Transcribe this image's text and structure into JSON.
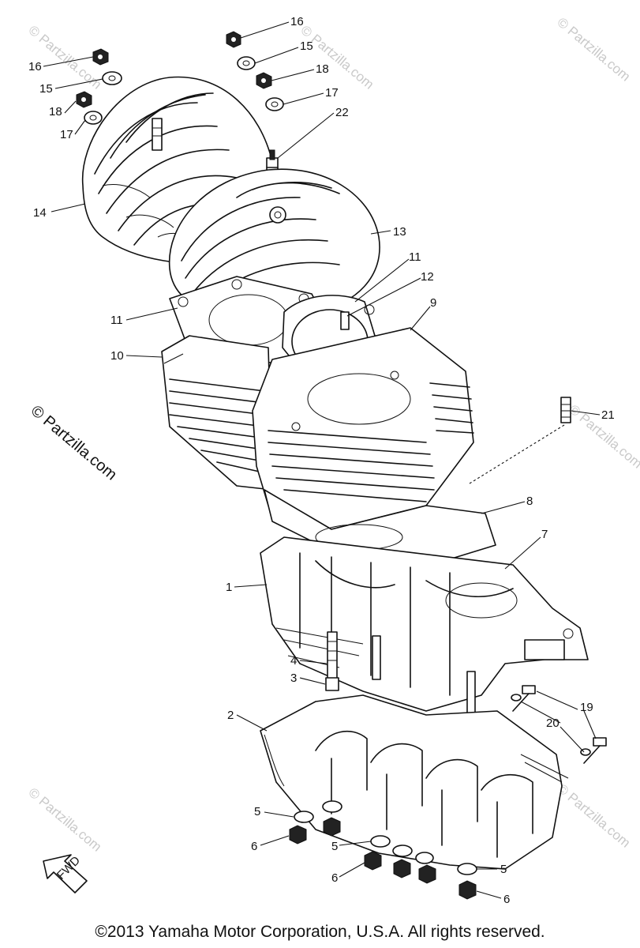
{
  "watermark": "© Partzilla.com",
  "side_watermark": "© Partzilla.com",
  "fwd_label": "FWD",
  "copyright": "©2013 Yamaha Motor Corporation, U.S.A. All rights reserved.",
  "callouts": {
    "c16a": "16",
    "c15a": "15",
    "c18a": "18",
    "c17a": "17",
    "c16b": "16",
    "c15b": "15",
    "c18b": "18",
    "c17b": "17",
    "c22": "22",
    "c14": "14",
    "c13": "13",
    "c11a": "11",
    "c12": "12",
    "c11b": "11",
    "c9": "9",
    "c10": "10",
    "c21": "21",
    "c8": "8",
    "c7": "7",
    "c1": "1",
    "c4": "4",
    "c3": "3",
    "c2": "2",
    "c19": "19",
    "c20": "20",
    "c5a": "5",
    "c6a": "6",
    "c5b": "5",
    "c6b": "6",
    "c5c": "5",
    "c6c": "6"
  }
}
